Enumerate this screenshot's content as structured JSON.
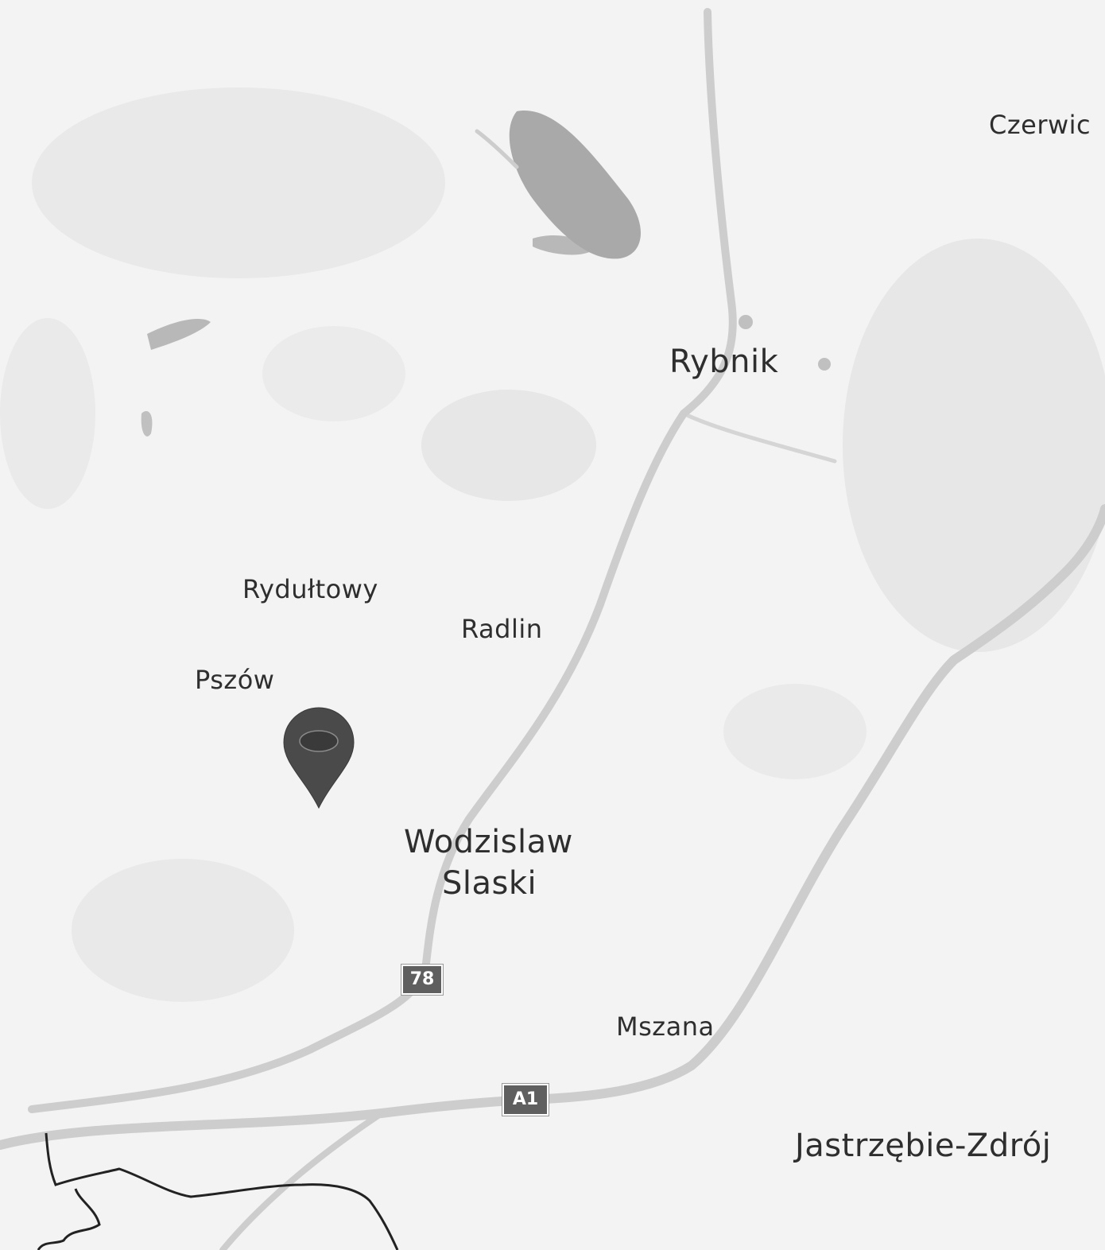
{
  "map": {
    "labels": {
      "czerwionka": "Czerwic",
      "rybnik": "Rybnik",
      "rydultowy": "Rydułtowy",
      "radlin": "Radlin",
      "pszow": "Pszów",
      "wodzislaw_line1": "Wodzislaw",
      "wodzislaw_line2": "Slaski",
      "mszana": "Mszana",
      "jastrzebie": "Jastrzębie-Zdrój"
    },
    "road_shields": {
      "r78": "78",
      "a1": "A1"
    },
    "marker": {
      "icon": "map-pin-icon",
      "color": "#4a4a4a"
    },
    "colors": {
      "background": "#ffffff",
      "land_tint": "#f1f1f1",
      "urban": "#e2e2e2",
      "water": "#a8a8a8",
      "road": "#cfcfcf",
      "border": "#222222",
      "shield": "#5f5f5f"
    }
  }
}
